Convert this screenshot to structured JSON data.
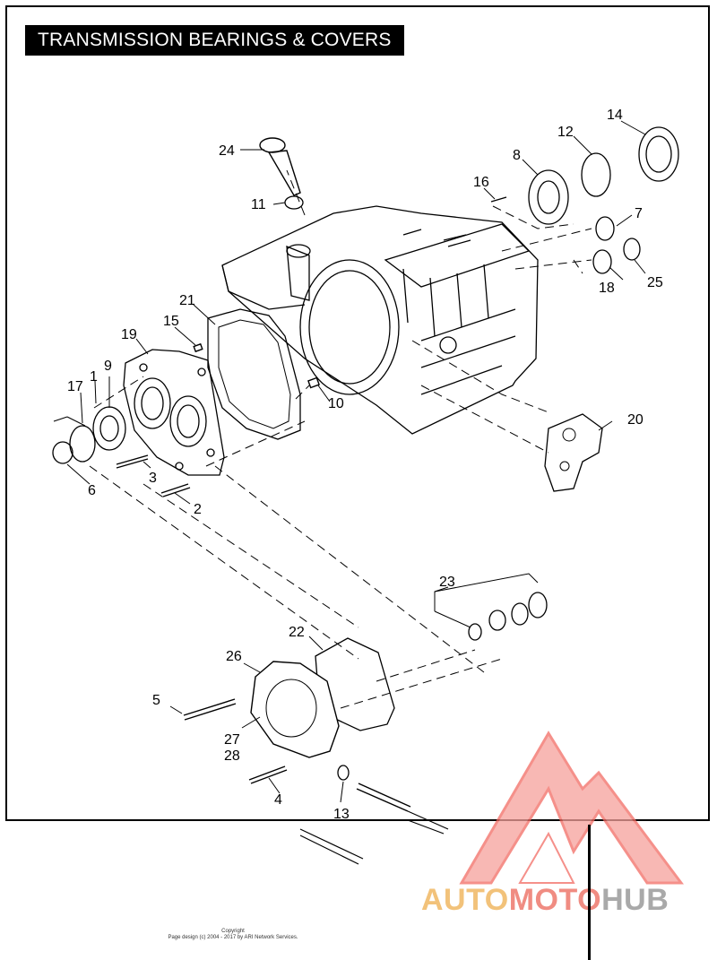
{
  "title": "TRANSMISSION BEARINGS & COVERS",
  "callouts": {
    "c1": "1",
    "c2": "2",
    "c3": "3",
    "c4": "4",
    "c5": "5",
    "c6": "6",
    "c7": "7",
    "c8": "8",
    "c9": "9",
    "c10": "10",
    "c11": "11",
    "c12": "12",
    "c13": "13",
    "c14": "14",
    "c15": "15",
    "c16": "16",
    "c17": "17",
    "c18": "18",
    "c19": "19",
    "c20": "20",
    "c21": "21",
    "c22": "22",
    "c23": "23",
    "c24": "24",
    "c25": "25",
    "c26": "26",
    "c27": "27",
    "c28": "28"
  },
  "copyright": {
    "line1": "Copyright",
    "line2": "Page design (c) 2004 - 2017 by ARI Network Services."
  },
  "logo": {
    "part1": "AUTO",
    "part2": "MOTO",
    "part3": "HUB",
    "colors": {
      "auto": "#f2c27a",
      "moto": "#f08c82",
      "hub": "#a9a9a9",
      "mark": "#f26b63"
    }
  }
}
